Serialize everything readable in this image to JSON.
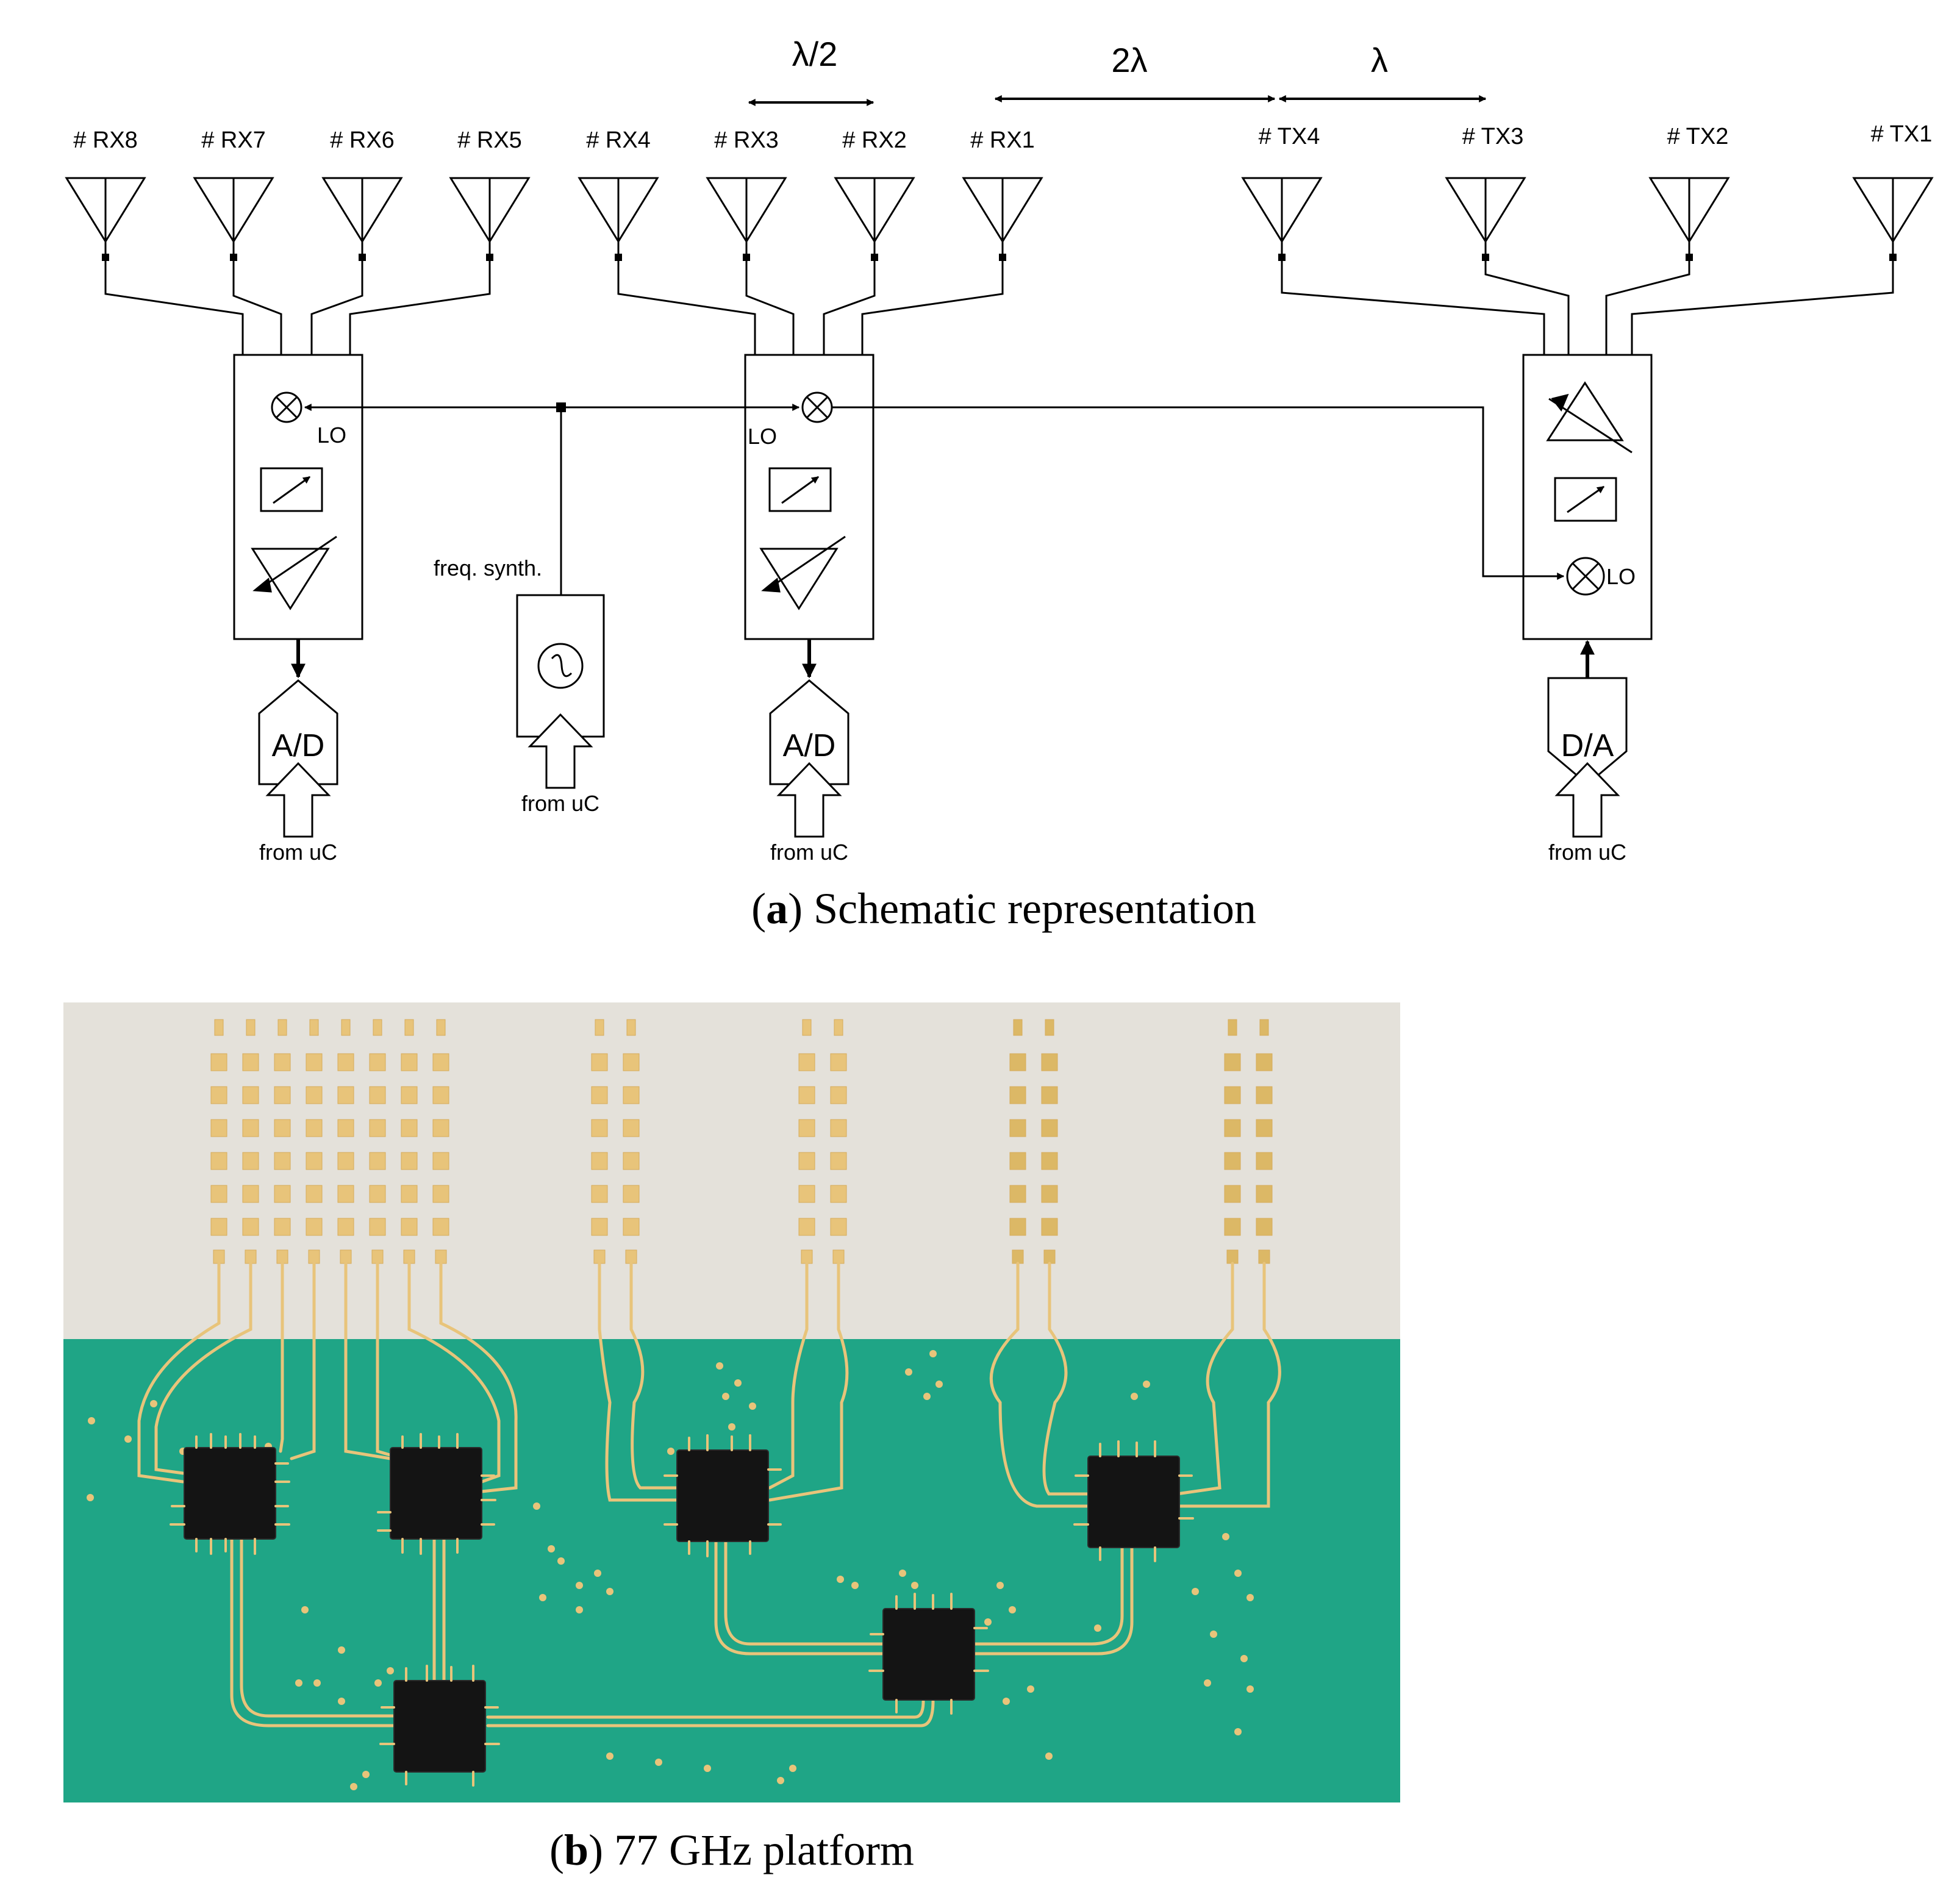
{
  "schematic": {
    "spacing_labels": {
      "half_lambda": "λ/2",
      "two_lambda": "2λ",
      "lambda": "λ"
    },
    "rx_labels": [
      "# RX8",
      "# RX7",
      "# RX6",
      "# RX5",
      "# RX4",
      "# RX3",
      "# RX2",
      "# RX1"
    ],
    "tx_labels": [
      "# TX4",
      "# TX3",
      "# TX2",
      "# TX1"
    ],
    "lo_label": "LO",
    "synth_label": "freq. synth.",
    "adc_label": "A/D",
    "dac_label": "D/A",
    "from_uc_label": "from uC",
    "caption": {
      "letter": "a",
      "text": " Schematic representation"
    }
  },
  "photo": {
    "caption": {
      "letter": "b",
      "text": " 77 GHz platform"
    },
    "colors": {
      "substrate": "#e4e1da",
      "pcb": "#1fa586",
      "gold": "#e8c47a",
      "chip": "#141414"
    }
  }
}
